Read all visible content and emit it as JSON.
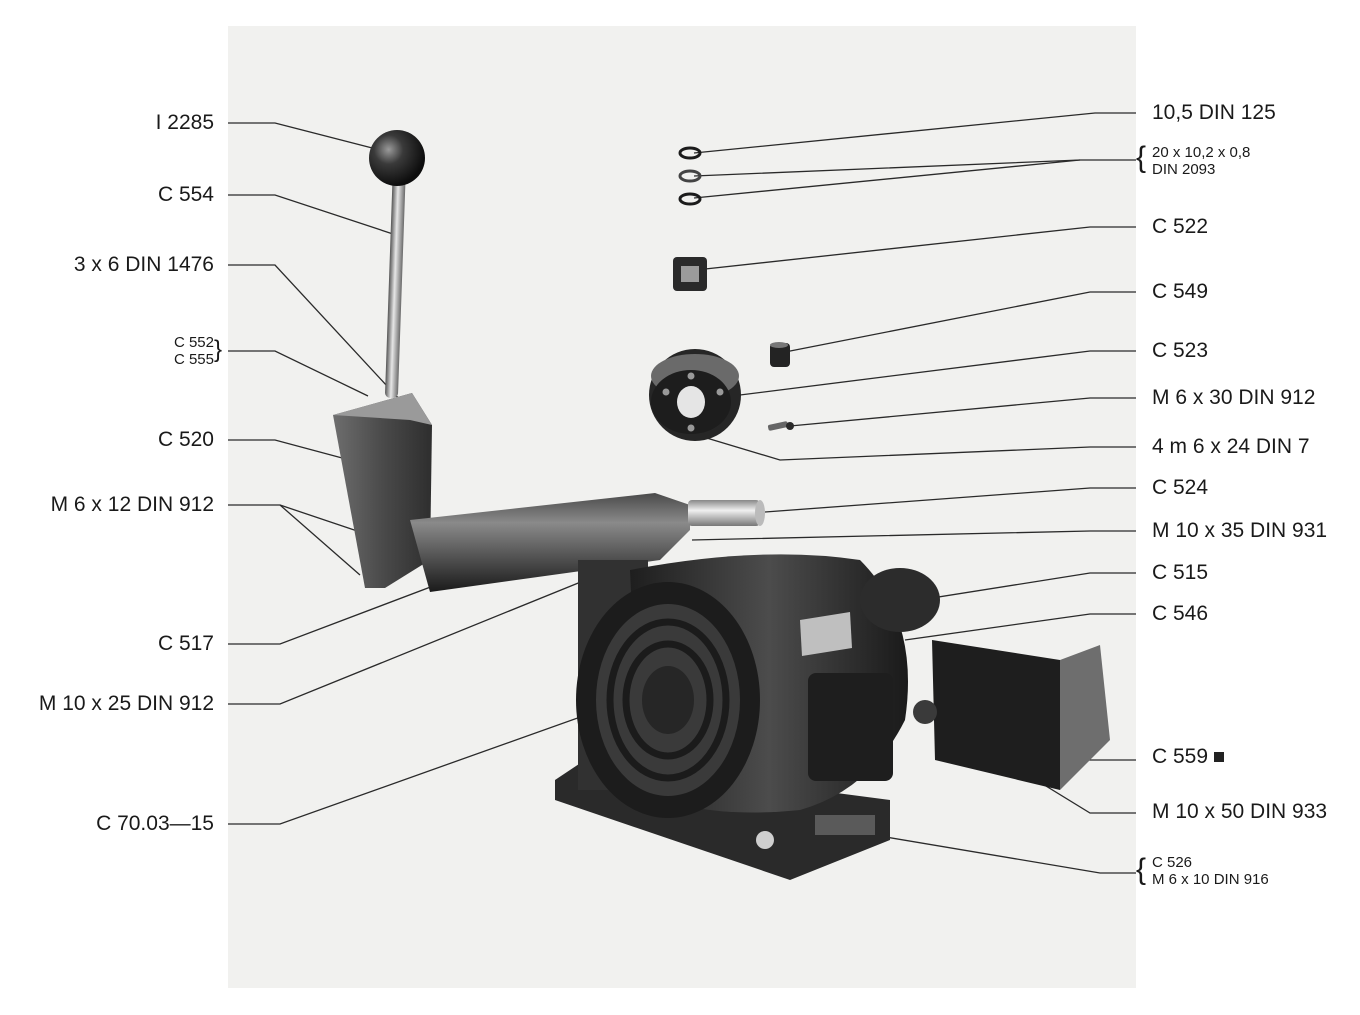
{
  "left_labels": {
    "i2285": "I  2285",
    "c554": "C  554",
    "pin_3x6": "3 x 6  DIN 1476",
    "c552": "C  552",
    "c555": "C  555",
    "c520": "C  520",
    "m6x12": "M  6 x 12  DIN 912",
    "c517": "C  517",
    "m10x25": "M  10 x 25  DIN 912",
    "c70": "C  70.03—15"
  },
  "right_labels": {
    "din125": "10,5  DIN 125",
    "washer_dim": "20 x 10,2 x 0,8",
    "din2093": "DIN 2093",
    "c522": "C  522",
    "c549": "C  549",
    "c523": "C  523",
    "m6x30": "M  6 x 30  DIN 912",
    "m6x24": "4 m 6 x 24  DIN 7",
    "c524": "C  524",
    "m10x35": "M  10 x 35  DIN 931",
    "c515": "C  515",
    "c546": "C  546",
    "c559": "C  559",
    "m10x50": "M  10 x 50  DIN 933",
    "c526": "C  526",
    "m6x10": "M  6 x 10  DIN 916"
  },
  "icons": {
    "c559_marker": "black-square-marker"
  },
  "colors": {
    "panel": "#f1f1ef",
    "leader": "#2a2a2a",
    "part_dark": "#2b2b2b"
  }
}
